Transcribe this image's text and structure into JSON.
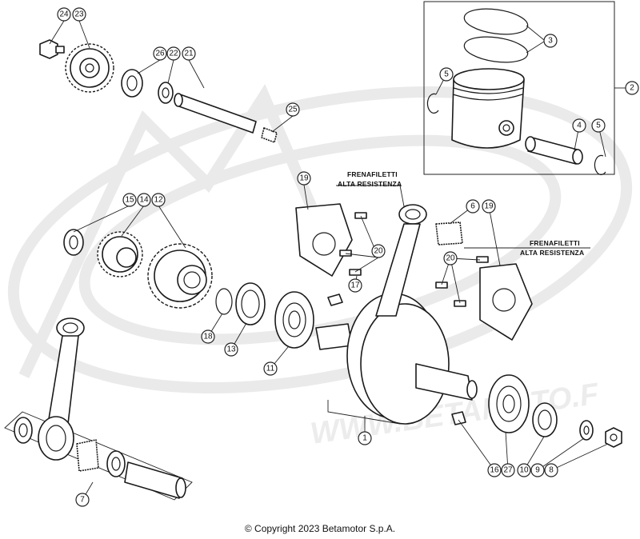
{
  "diagram": {
    "callouts": [
      {
        "id": "c1",
        "label": "1"
      },
      {
        "id": "c2",
        "label": "2"
      },
      {
        "id": "c3",
        "label": "3"
      },
      {
        "id": "c4",
        "label": "4"
      },
      {
        "id": "c5a",
        "label": "5"
      },
      {
        "id": "c5b",
        "label": "5"
      },
      {
        "id": "c6",
        "label": "6"
      },
      {
        "id": "c7",
        "label": "7"
      },
      {
        "id": "c8",
        "label": "8"
      },
      {
        "id": "c9",
        "label": "9"
      },
      {
        "id": "c10",
        "label": "10"
      },
      {
        "id": "c11",
        "label": "11"
      },
      {
        "id": "c12",
        "label": "12"
      },
      {
        "id": "c13",
        "label": "13"
      },
      {
        "id": "c14",
        "label": "14"
      },
      {
        "id": "c15",
        "label": "15"
      },
      {
        "id": "c16",
        "label": "16"
      },
      {
        "id": "c17",
        "label": "17"
      },
      {
        "id": "c18",
        "label": "18"
      },
      {
        "id": "c19a",
        "label": "19"
      },
      {
        "id": "c19b",
        "label": "19"
      },
      {
        "id": "c20a",
        "label": "20"
      },
      {
        "id": "c20b",
        "label": "20"
      },
      {
        "id": "c21",
        "label": "21"
      },
      {
        "id": "c22",
        "label": "22"
      },
      {
        "id": "c23",
        "label": "23"
      },
      {
        "id": "c24",
        "label": "24"
      },
      {
        "id": "c25",
        "label": "25"
      },
      {
        "id": "c26",
        "label": "26"
      },
      {
        "id": "c27",
        "label": "27"
      }
    ],
    "notes": [
      {
        "line1": "FRENAFILETTI",
        "line2": "ALTA RESISTENZA"
      },
      {
        "line1": "FRENAFILETTI",
        "line2": "ALTA RESISTENZA"
      }
    ],
    "watermark": "WWW.BETAMOTO.F",
    "copyright": "© Copyright 2023 Betamotor S.p.A."
  }
}
